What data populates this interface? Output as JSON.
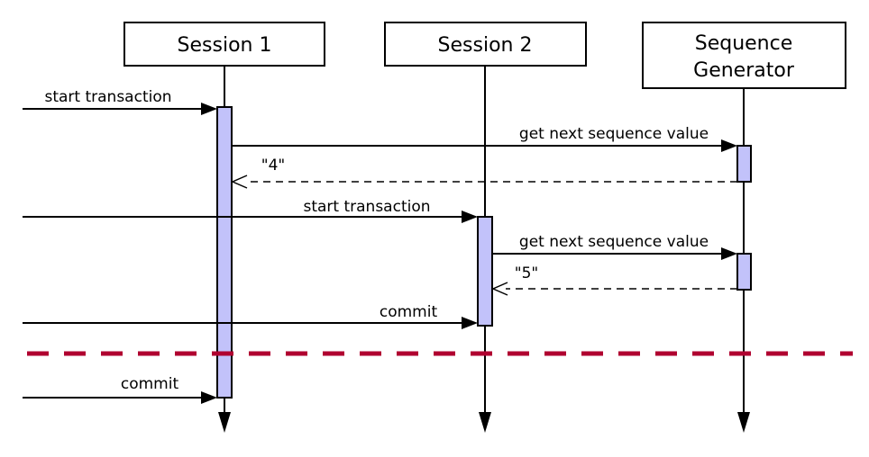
{
  "diagram": {
    "kind": "uml-sequence-diagram",
    "actors": {
      "session1": {
        "label": "Session 1"
      },
      "session2": {
        "label": "Session 2"
      },
      "sequence_generator": {
        "line1": "Sequence",
        "line2": "Generator"
      }
    },
    "messages": {
      "m1": {
        "label": "start transaction",
        "kind": "call",
        "from": "external",
        "to": "session1"
      },
      "m2": {
        "label": "get next sequence value",
        "kind": "call",
        "from": "session1",
        "to": "sequence_generator"
      },
      "m3": {
        "label": "\"4\"",
        "kind": "return",
        "from": "sequence_generator",
        "to": "session1"
      },
      "m4": {
        "label": "start transaction",
        "kind": "call",
        "from": "external",
        "to": "session2"
      },
      "m5": {
        "label": "get next sequence value",
        "kind": "call",
        "from": "session2",
        "to": "sequence_generator"
      },
      "m6": {
        "label": "\"5\"",
        "kind": "return",
        "from": "sequence_generator",
        "to": "session2"
      },
      "m7": {
        "label": "commit",
        "kind": "call",
        "from": "external",
        "to": "session2"
      },
      "m8": {
        "label": "commit",
        "kind": "call",
        "from": "external",
        "to": "session1"
      }
    },
    "separator": {
      "style": "dashed"
    }
  },
  "colors": {
    "background": "#ffffff",
    "line": "#000000",
    "activation_fill": "#c2c2fa",
    "separator": "#b00030",
    "text": "#000000"
  }
}
